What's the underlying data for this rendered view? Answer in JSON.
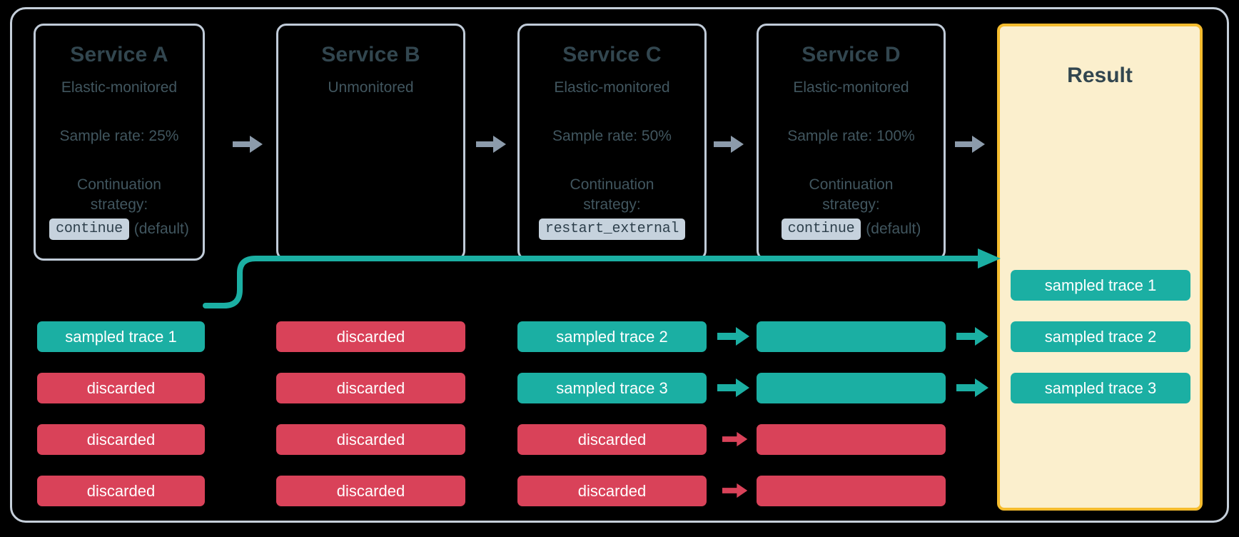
{
  "colors": {
    "sampled": "#1bafa3",
    "discarded": "#d94259",
    "result_fill": "#fbefcd",
    "result_border": "#f5bc2e",
    "box_border": "#c0cbd8",
    "text": "#39505f",
    "chip_bg": "#c6d2dd",
    "arrow_grey": "#8c9bab",
    "background": "#000000"
  },
  "services": [
    {
      "title": "Service A",
      "subtitle": "Elastic-monitored",
      "sample_rate": "Sample rate: 25%",
      "continuation_label": "Continuation strategy:",
      "strategy_code": "continue",
      "strategy_note": "(default)"
    },
    {
      "title": "Service B",
      "subtitle": "Unmonitored",
      "sample_rate": "",
      "continuation_label": "",
      "strategy_code": "",
      "strategy_note": ""
    },
    {
      "title": "Service C",
      "subtitle": "Elastic-monitored",
      "sample_rate": "Sample rate: 50%",
      "continuation_label": "Continuation strategy:",
      "strategy_code": "restart_external",
      "strategy_note": ""
    },
    {
      "title": "Service D",
      "subtitle": "Elastic-monitored",
      "sample_rate": "Sample rate: 100%",
      "continuation_label": "Continuation strategy:",
      "strategy_code": "continue",
      "strategy_note": "(default)"
    }
  ],
  "result": {
    "title": "Result",
    "items": [
      {
        "label": "sampled trace 1",
        "state": "sampled"
      },
      {
        "label": "sampled trace 2",
        "state": "sampled"
      },
      {
        "label": "sampled trace 3",
        "state": "sampled"
      }
    ]
  },
  "columns": [
    {
      "service": "Service A",
      "bars": [
        {
          "label": "sampled trace 1",
          "state": "sampled"
        },
        {
          "label": "discarded",
          "state": "discarded"
        },
        {
          "label": "discarded",
          "state": "discarded"
        },
        {
          "label": "discarded",
          "state": "discarded"
        }
      ]
    },
    {
      "service": "Service B",
      "bars": [
        {
          "label": "discarded",
          "state": "discarded"
        },
        {
          "label": "discarded",
          "state": "discarded"
        },
        {
          "label": "discarded",
          "state": "discarded"
        },
        {
          "label": "discarded",
          "state": "discarded"
        }
      ]
    },
    {
      "service": "Service C",
      "bars": [
        {
          "label": "sampled trace 2",
          "state": "sampled"
        },
        {
          "label": "sampled trace 3",
          "state": "sampled"
        },
        {
          "label": "discarded",
          "state": "discarded"
        },
        {
          "label": "discarded",
          "state": "discarded"
        }
      ]
    },
    {
      "service": "Service D",
      "bars": [
        {
          "label": "",
          "state": "sampled"
        },
        {
          "label": "",
          "state": "sampled"
        },
        {
          "label": "",
          "state": "discarded"
        },
        {
          "label": "",
          "state": "discarded"
        }
      ]
    }
  ]
}
